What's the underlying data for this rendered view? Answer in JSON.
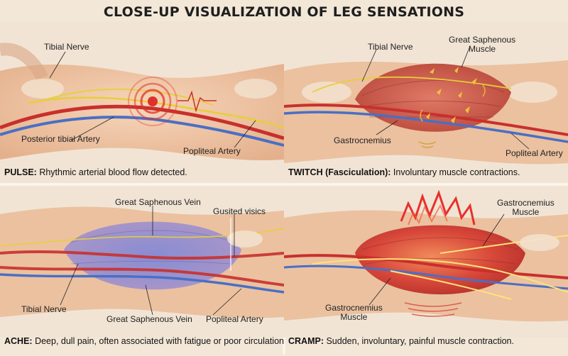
{
  "title": "CLOSE-UP VISUALIZATION OF LEG SENSATIONS",
  "panels": {
    "pulse": {
      "labels": {
        "tibial_nerve": "Tibial Nerve",
        "posterior_tibial_artery": "Posterior tibial Artery",
        "popliteal_artery": "Popliteal Artery"
      },
      "caption_term": "PULSE:",
      "caption_text": " Rhythmic arterial blood flow detected."
    },
    "twitch": {
      "labels": {
        "tibial_nerve": "Tibial Nerve",
        "great_saphenous_muscle": "Great Saphenous\nMuscle",
        "gastrocnemius": "Gastrocnemius",
        "popliteal_artery": "Popliteal Artery"
      },
      "caption_term": "TWITCH (Fasciculation):",
      "caption_text": " Involuntary muscle contractions."
    },
    "ache": {
      "labels": {
        "great_saphenous_vein_top": "Great Saphenous Vein",
        "gusited_visics": "Gusited visics",
        "tibial_nerve": "Tibial Nerve",
        "great_saphenous_vein_bottom": "Great Saphenous Vein",
        "popliteal_artery": "Popliteal Artery"
      },
      "caption_term": "ACHE:",
      "caption_text": " Deep, dull pain, often associated with fatigue or poor circulation."
    },
    "cramp": {
      "labels": {
        "gastrocnemius_muscle_top": "Gastrocnemius\nMuscle",
        "gastrocnemius_muscle_bottom": "Gastrocnemius\nMuscle"
      },
      "caption_term": "CRAMP:",
      "caption_text": " Sudden, involuntary, painful muscle contraction."
    }
  },
  "colors": {
    "skin": "#efc9a8",
    "artery": "#c8302c",
    "vein": "#4a6fc4",
    "nerve": "#e6cf3a",
    "muscle": "#c9584a",
    "background": "#f3e7d8"
  }
}
